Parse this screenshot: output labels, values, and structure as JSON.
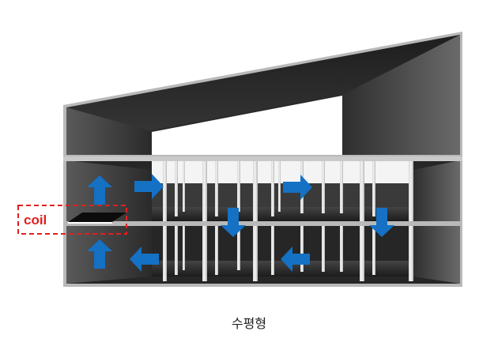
{
  "diagram": {
    "callout_label": "coil",
    "caption": "수평형",
    "colors": {
      "arrow": "#1471c4",
      "callout": "#e02020",
      "interior_dark": "#2b2b2b",
      "frame_grey": "#bfbfbf"
    },
    "arrow_directions": [
      "up",
      "right",
      "right",
      "down",
      "down",
      "up",
      "left",
      "left"
    ]
  }
}
